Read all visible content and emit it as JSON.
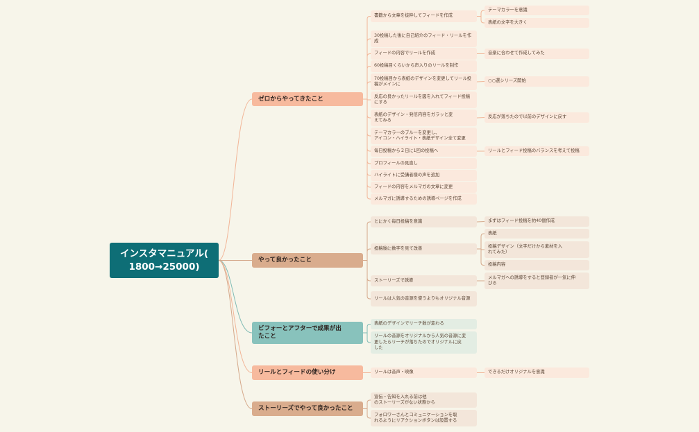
{
  "root": {
    "label": "インスタマニュアル(\n1800→25000)"
  },
  "colors": {
    "background": "#f7f5ea",
    "root": "#0e6e76",
    "branch_zero": "#f7ba9e",
    "branch_good": "#d9ac8d",
    "branch_before_after": "#88c2bc",
    "branch_reel_feed": "#f7ba9e",
    "branch_stories": "#d9ac8d"
  },
  "branches": [
    {
      "label": "ゼロからやってきたこと",
      "children": [
        {
          "label": "書籍から文章を抜粋してフィードを作成",
          "children": [
            {
              "label": "テーマカラーを意識"
            },
            {
              "label": "表紙の文字を大きく"
            }
          ]
        },
        {
          "label": "30投稿した後に自己紹介のフィード・リールを作成"
        },
        {
          "label": "フィードの内容でリールを作成",
          "children": [
            {
              "label": "音楽に合わせて作成してみた"
            }
          ]
        },
        {
          "label": "60投稿目くらいから声入りのリールを制作"
        },
        {
          "label": "70投稿目から表紙のデザインを変更してリール投稿がメインに",
          "children": [
            {
              "label": "○○選シリーズ開始"
            }
          ]
        },
        {
          "label": "反応の良かったリールを図を入れてフィード投稿にする"
        },
        {
          "label": "表紙のデザイン・発信内容をガラッと変\nえてみる",
          "children": [
            {
              "label": "反応が落ちたので以前のデザインに戻す"
            }
          ]
        },
        {
          "label": "テーマカラーのブルーを変更し、\nアイコン・ハイライト・表紙デザイン全て変更"
        },
        {
          "label": "毎日投稿から２日に1回の投稿へ",
          "children": [
            {
              "label": "リールとフィード投稿のバランスを考えて投稿"
            }
          ]
        },
        {
          "label": "プロフィールの見直し"
        },
        {
          "label": "ハイライトに受講者様の声を追加"
        },
        {
          "label": "フィードの内容をメルマガの文章に変更"
        },
        {
          "label": "メルマガに誘導するための誘導ページを作成"
        }
      ]
    },
    {
      "label": "やって良かったこと",
      "children": [
        {
          "label": "とにかく毎日投稿を意識",
          "children": [
            {
              "label": "まずはフィード投稿を約40個作成"
            }
          ]
        },
        {
          "label": "投稿後に数字を見て改善",
          "children": [
            {
              "label": "表紙"
            },
            {
              "label": "投稿デザイン（文字だけから素材を入\nれてみた）"
            },
            {
              "label": "投稿内容"
            }
          ]
        },
        {
          "label": "ストーリーズで誘導",
          "children": [
            {
              "label": "メルマガへの誘導をすると登録者が一気に伸\nびる"
            }
          ]
        },
        {
          "label": "リールは人気の音源を使うよりもオリジナル音源"
        }
      ]
    },
    {
      "label": "ビフォーとアフターで成果が出\nたこと",
      "children": [
        {
          "label": "表紙のデザインでリーチ数が変わる"
        },
        {
          "label": "リールの音源をオリジナルから人気の音源に変\n更したらリーチが落ちたのでオリジナルに戻\nした"
        }
      ]
    },
    {
      "label": "リールとフィードの使い分け",
      "children": [
        {
          "label": "リールは音声・映像",
          "children": [
            {
              "label": "できるだけオリジナルを意識"
            }
          ]
        }
      ]
    },
    {
      "label": "ストーリーズでやって良かったこと",
      "children": [
        {
          "label": "宣伝・告知を入れる前は他\nのストーリーズがない状態から"
        },
        {
          "label": "フォロワーさんとコミュニケーションを取\nれるようにリアクションボタンは設置する"
        }
      ]
    }
  ]
}
